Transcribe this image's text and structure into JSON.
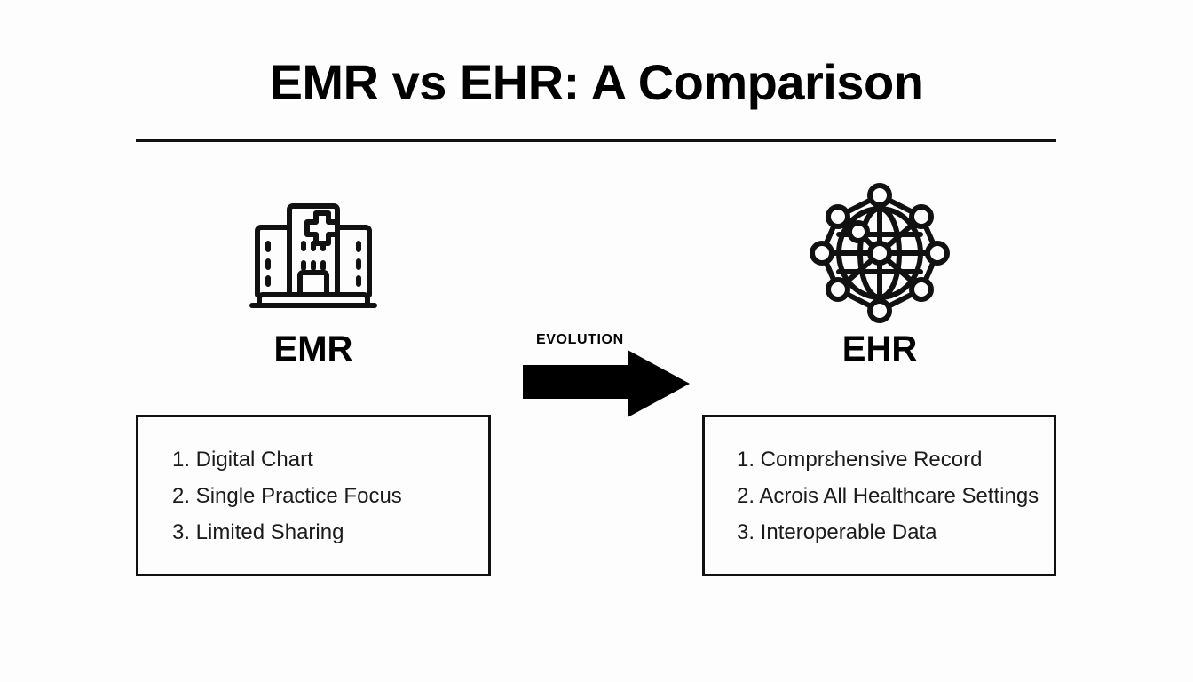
{
  "slide": {
    "title": "EMR vs EHR: A Comparison",
    "background_color": "#fdfdfe",
    "ink_color": "#000000"
  },
  "divider": {
    "name": "title-rule"
  },
  "left_column": {
    "heading": "EMR",
    "icon": "hospital-building-icon",
    "facts": [
      "1. Digital Chart",
      "2. Single Practice Focus",
      "3. Limited Sharing"
    ]
  },
  "right_column": {
    "heading": "EHR",
    "icon": "network-globe-icon",
    "facts": [
      "1. Comprɛhensive Record",
      "2. Acrois All Healthcare Settings",
      "3. Interoperable Data"
    ]
  },
  "connector": {
    "label": "EVOLUTION",
    "arrow": "right-arrow-icon",
    "color": "#000000"
  }
}
